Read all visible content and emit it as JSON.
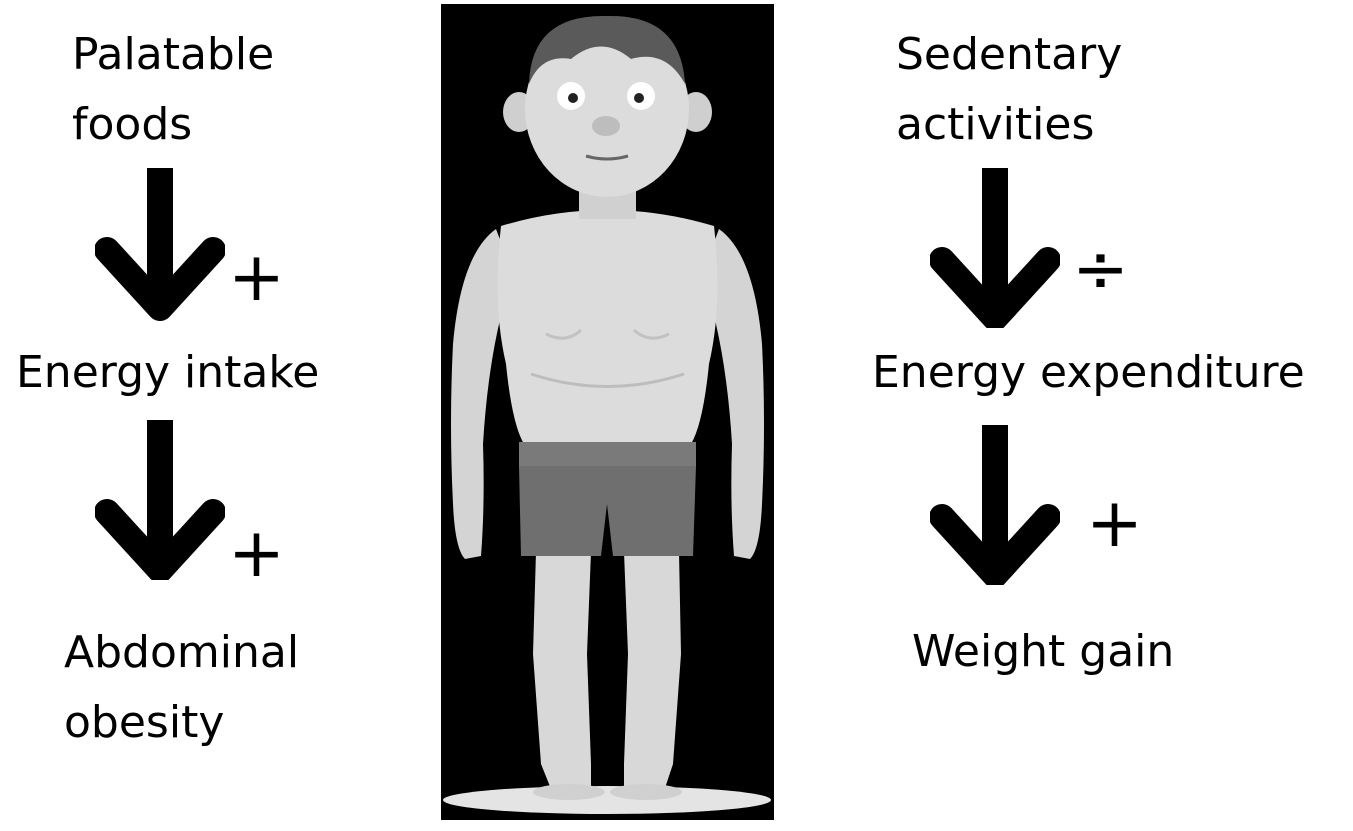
{
  "left_chain": {
    "cause": [
      "Palatable",
      "foods"
    ],
    "effect_1": "Energy intake",
    "outcome": [
      "Abdominal",
      "obesity"
    ],
    "sign_1": "+",
    "sign_2": "+"
  },
  "right_chain": {
    "cause": [
      "Sedentary",
      "activities"
    ],
    "effect_1": "Energy expenditure",
    "outcome": "Weight gain",
    "sign_1": "÷",
    "sign_2": "+"
  },
  "colors": {
    "text": "#000000",
    "panel_background": "#000000",
    "skin": "#dcdcdc",
    "shorts": "#6f6f6f",
    "hair": "#5a5a5a",
    "base_disc": "#e4e4e4"
  },
  "icons": {
    "arrow": "down-arrow-icon",
    "figure": "overweight-man-illustration"
  }
}
